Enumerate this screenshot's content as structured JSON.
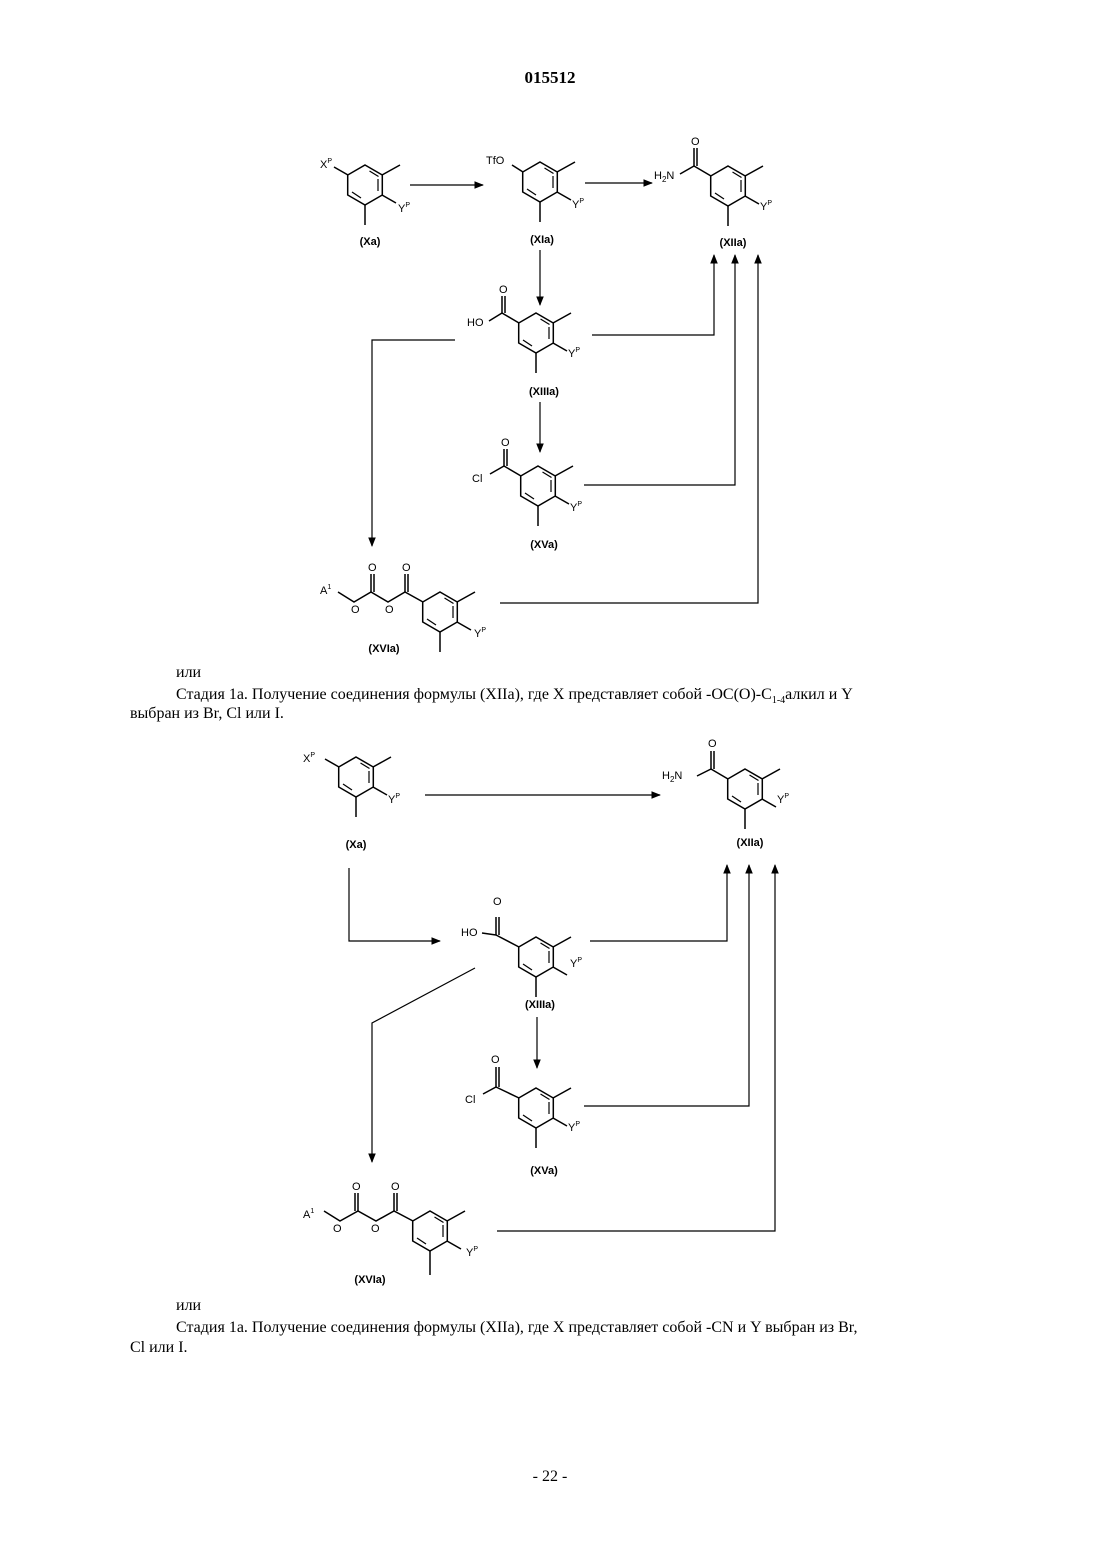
{
  "header": {
    "doc_number": "015512"
  },
  "scheme1": {
    "compounds": {
      "xa": {
        "label": "(Xa)",
        "sub_top": "X",
        "sub_top_sup": "P",
        "sub_bottom": "Y",
        "sub_bottom_sup": "P"
      },
      "xia": {
        "label": "(XIa)",
        "sub_top": "TfO",
        "sub_bottom": "Y",
        "sub_bottom_sup": "P"
      },
      "xiia": {
        "label": "(XIIa)",
        "amide_h": "H",
        "amide_2": "2",
        "amide_n": "N",
        "oxygen": "O",
        "sub_bottom": "Y",
        "sub_bottom_sup": "P"
      },
      "xiiia": {
        "label": "(XIIIa)",
        "acid": "HO",
        "oxygen": "O",
        "sub_bottom": "Y",
        "sub_bottom_sup": "P"
      },
      "xva": {
        "label": "(XVa)",
        "chloride": "Cl",
        "oxygen": "O",
        "sub_bottom": "Y",
        "sub_bottom_sup": "P"
      },
      "xvia": {
        "label": "(XVIa)",
        "a": "A",
        "a_sup": "1",
        "o1": "O",
        "o2": "O",
        "o3": "O",
        "o4": "O",
        "sub_bottom": "Y",
        "sub_bottom_sup": "P"
      }
    }
  },
  "text1": {
    "ili": "или",
    "stage_prefix": "Стадия 1а. Получение соединения формулы (XIIa), где X представляет собой -OC(O)-C",
    "stage_sub": "1-4",
    "stage_suffix": "алкил и Y",
    "stage_line2": "выбран из Br, Cl или I."
  },
  "scheme2": {
    "compounds": {
      "xa": {
        "label": "(Xa)",
        "sub_top": "X",
        "sub_top_sup": "P",
        "sub_bottom": "Y",
        "sub_bottom_sup": "P"
      },
      "xiia": {
        "label": "(XIIa)",
        "amide_h": "H",
        "amide_2": "2",
        "amide_n": "N",
        "oxygen": "O",
        "sub_bottom": "Y",
        "sub_bottom_sup": "P"
      },
      "xiiia": {
        "label": "(XIIIa)",
        "acid": "HO",
        "oxygen": "O",
        "sub_bottom": "Y",
        "sub_bottom_sup": "P"
      },
      "xva": {
        "label": "(XVa)",
        "chloride": "Cl",
        "oxygen": "O",
        "sub_bottom": "Y",
        "sub_bottom_sup": "P"
      },
      "xvia": {
        "label": "(XVIa)",
        "a": "A",
        "a_sup": "1",
        "o1": "O",
        "o2": "O",
        "o3": "O",
        "o4": "O",
        "sub_bottom": "Y",
        "sub_bottom_sup": "P"
      }
    }
  },
  "text2": {
    "ili": "или",
    "stage_line1": "Стадия 1а. Получение соединения формулы (XIIa), где X представляет собой -CN и Y выбран из Br,",
    "stage_line2": "Cl или I."
  },
  "footer": {
    "page_number": "- 22 -"
  }
}
